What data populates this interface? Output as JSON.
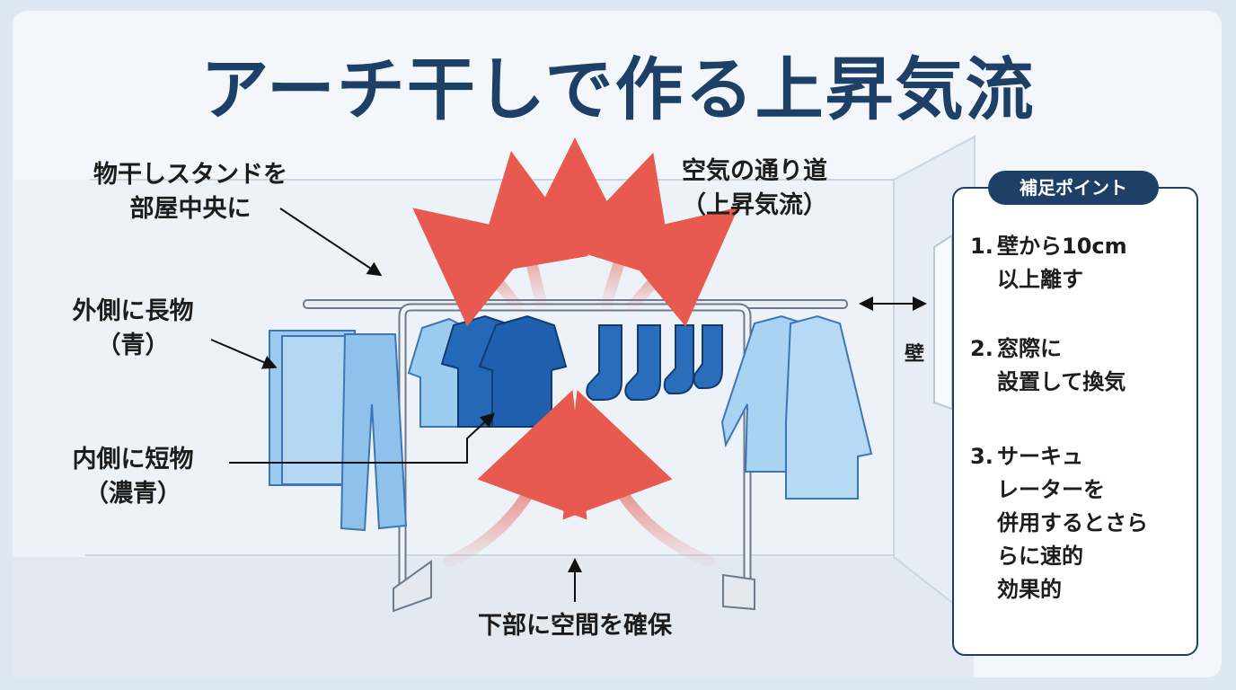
{
  "title": "アーチ干しで作る上昇気流",
  "labels": {
    "stand_center": [
      "物干しスタンドを",
      "部屋中央に"
    ],
    "air_path": [
      "空気の通り道",
      "（上昇気流）"
    ],
    "outer_long": [
      "外側に長物",
      "（青）"
    ],
    "inner_short": [
      "内側に短物",
      "（濃青）"
    ],
    "bottom_space": "下部に空間を確保",
    "wall": "壁"
  },
  "panel": {
    "title": "補足ポイント",
    "tips": [
      {
        "num": "1.",
        "lines": [
          "壁から10cm",
          "以上離す"
        ]
      },
      {
        "num": "2.",
        "lines": [
          "窓際に",
          "設置して換気"
        ]
      },
      {
        "num": "3.",
        "lines": [
          "サーキュ",
          "レーターを",
          "併用するとさら",
          "らに速的",
          "効果的"
        ]
      }
    ]
  },
  "colors": {
    "title": "#1e3f66",
    "arrow_red": "#e85a4f",
    "light_blue": "#8fc3ec",
    "dark_blue": "#1f64b4",
    "panel_border": "#1e3f66"
  }
}
